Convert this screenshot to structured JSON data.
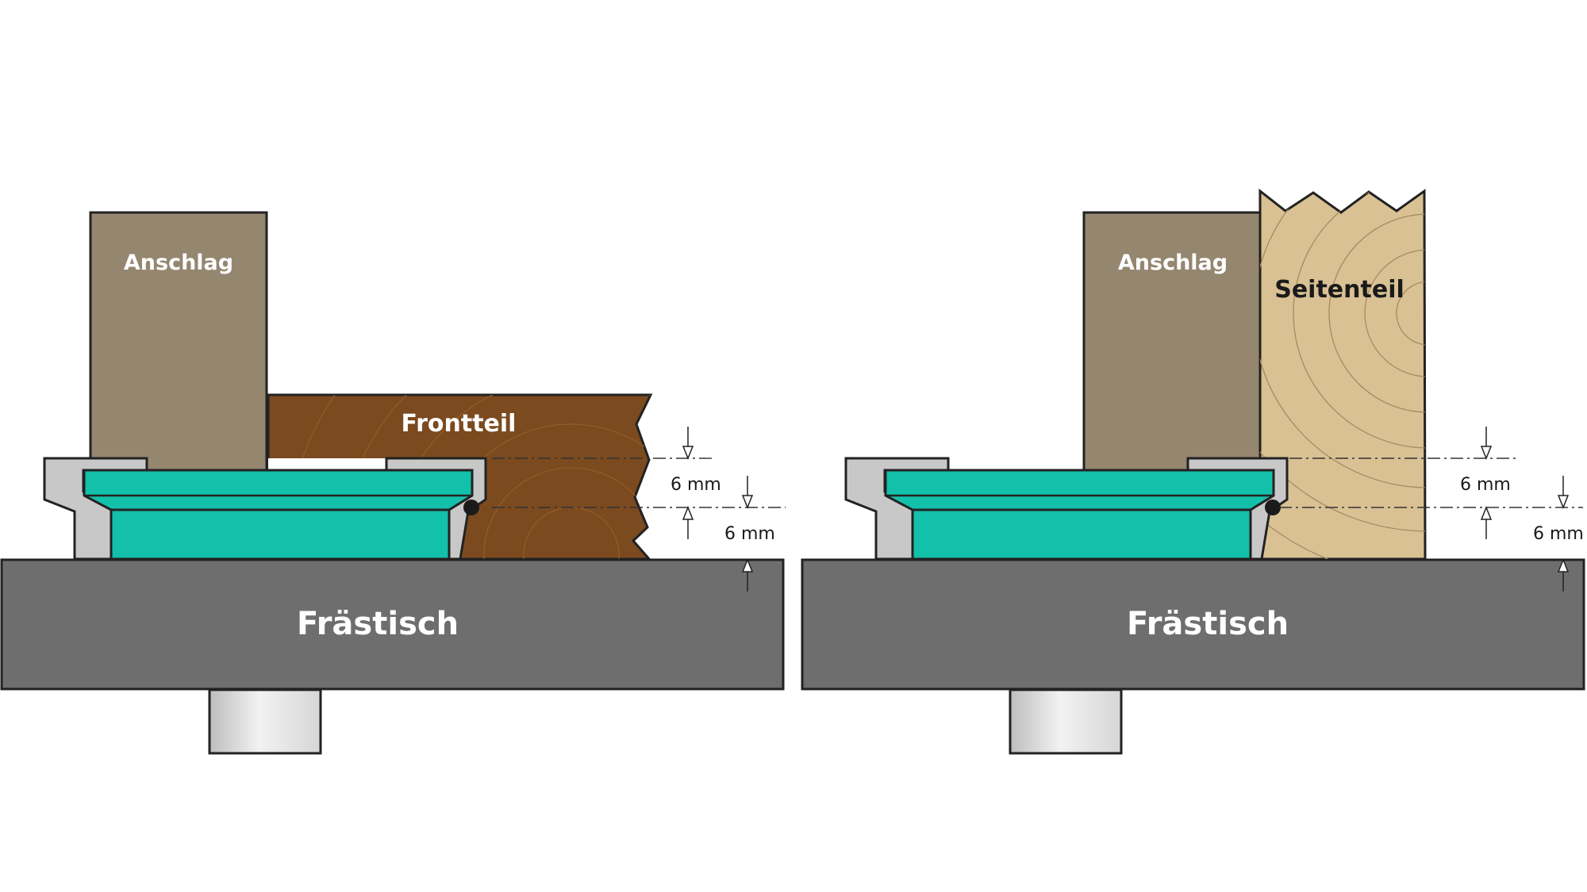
{
  "panels": [
    {
      "fence_label": "Anschlag",
      "workpiece_label": "Frontteil",
      "table_label": "Frästisch",
      "dimension_upper": "6 mm",
      "dimension_lower": "6 mm"
    },
    {
      "fence_label": "Anschlag",
      "workpiece_label": "Seitenteil",
      "table_label": "Frästisch",
      "dimension_upper": "6 mm",
      "dimension_lower": "6 mm"
    }
  ],
  "colors": {
    "fence": "#958670",
    "front_wood": "#7b4a1f",
    "side_wood": "#d9c194",
    "table": "#6e6e6e",
    "cutter": "#13c0a9",
    "bearing_housing": "#c8c8c8"
  }
}
